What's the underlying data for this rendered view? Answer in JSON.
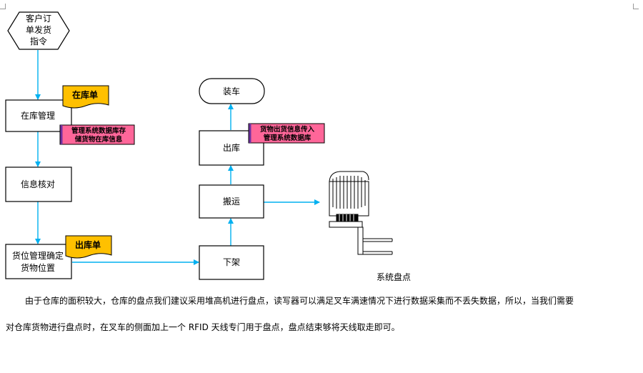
{
  "flow": {
    "start": [
      "客户订",
      "单发货",
      "指令"
    ],
    "in_stock_mgmt": "在库管理",
    "in_stock_tag": "在库单",
    "in_stock_note": [
      "管理系统数据库存",
      "储货物在库信息"
    ],
    "info_check": "信息核对",
    "location_mgmt": [
      "货位管理确定",
      "货物位置"
    ],
    "out_tag": "出库单",
    "unshelve": "下架",
    "transport": "搬运",
    "outbound": "出库",
    "outbound_note": [
      "货物出货信息传入",
      "管理系统数据库"
    ],
    "loading": "装车"
  },
  "figure": {
    "caption": "系统盘点"
  },
  "paragraph": {
    "line1": "由于仓库的面积较大，仓库的盘点我们建议采用堆高机进行盘点，读写器可以满足叉车满速情况下进行数据采集而不丢失数据，所以，当我们需要",
    "line2": "对仓库货物进行盘点时，在叉车的侧面加上一个 RFID 天线专门用于盘点，盘点结束够将天线取走即可。"
  },
  "colors": {
    "arrow": "#00b0f0",
    "tag_fill": "#ffc000",
    "note_fill": "#ff6699",
    "note_border": "#7030a0",
    "box_border": "#000000"
  }
}
